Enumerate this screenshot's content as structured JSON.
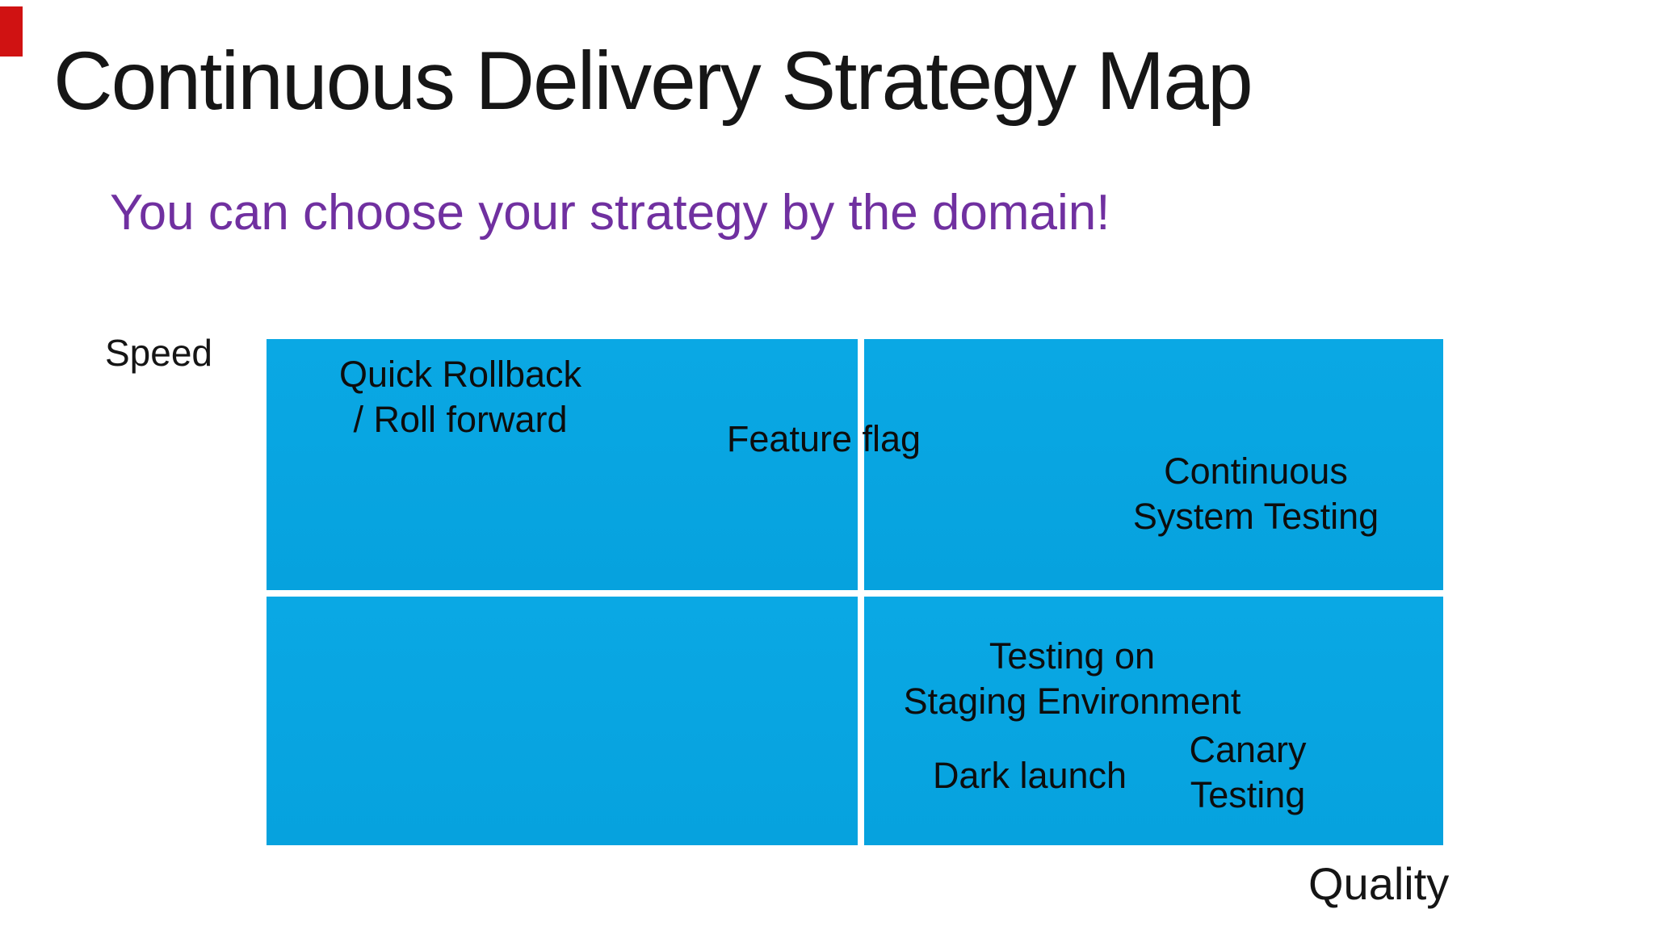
{
  "slide": {
    "title": "Continuous Delivery Strategy Map",
    "subtitle": "You can choose your strategy by the domain!"
  },
  "axes": {
    "y_label": "Speed",
    "x_label": "Quality"
  },
  "strategies": {
    "quick_rollback": {
      "lines": [
        "Quick Rollback",
        "/ Roll forward"
      ],
      "quadrant": "top-left"
    },
    "feature_flag": {
      "lines": [
        "Feature flag"
      ],
      "quadrant": "top-spanning-divider"
    },
    "continuous_system_testing": {
      "lines": [
        "Continuous",
        "System Testing"
      ],
      "quadrant": "top-right"
    },
    "testing_on_staging": {
      "lines": [
        "Testing on",
        "Staging Environment"
      ],
      "quadrant": "bottom-right"
    },
    "dark_launch": {
      "lines": [
        "Dark launch"
      ],
      "quadrant": "bottom-right"
    },
    "canary_testing": {
      "lines": [
        "Canary",
        "Testing"
      ],
      "quadrant": "bottom-right"
    }
  },
  "colors": {
    "accent_blue": "#0aa8e4",
    "accent_blue_deep": "#06a2de",
    "subtitle_purple": "#7030a0",
    "title_text": "#161616",
    "artifact_red": "#d01212",
    "background": "#ffffff"
  }
}
